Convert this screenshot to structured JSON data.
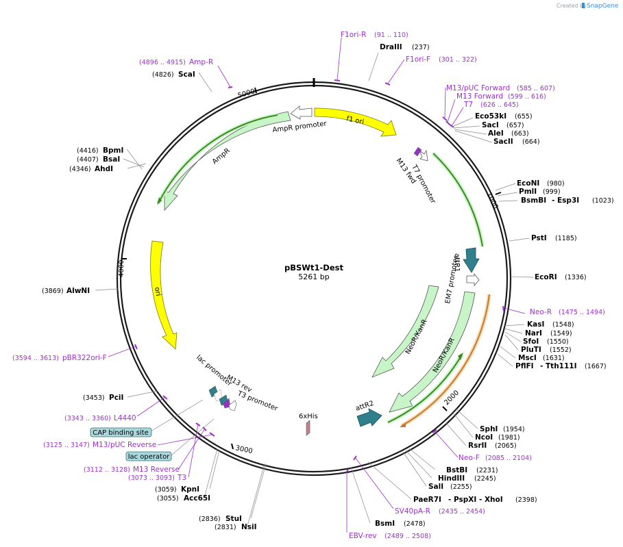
{
  "header": {
    "created_by": "Created by",
    "brand": "SnapGene"
  },
  "plasmid": {
    "name": "pBSWt1-Dest",
    "length": "5261 bp"
  },
  "ticks": [
    "1000",
    "2000",
    "3000",
    "4000",
    "5000"
  ],
  "enzymes": [
    {
      "name": "DraIII",
      "pos": "(237)"
    },
    {
      "name": "Eco53kI",
      "pos": "(655)"
    },
    {
      "name": "SacI",
      "pos": "(657)"
    },
    {
      "name": "AleI",
      "pos": "(663)"
    },
    {
      "name": "SacII",
      "pos": "(664)"
    },
    {
      "name": "EcoNI",
      "pos": "(980)"
    },
    {
      "name": "PmlI",
      "pos": "(999)"
    },
    {
      "name": "BsmBI",
      "pos": "(1023)",
      "suffix": "- Esp3I"
    },
    {
      "name": "PstI",
      "pos": "(1185)"
    },
    {
      "name": "EcoRI",
      "pos": "(1336)"
    },
    {
      "name": "KasI",
      "pos": "(1548)"
    },
    {
      "name": "NarI",
      "pos": "(1549)"
    },
    {
      "name": "SfoI",
      "pos": "(1550)"
    },
    {
      "name": "PluTI",
      "pos": "(1552)"
    },
    {
      "name": "MscI",
      "pos": "(1631)"
    },
    {
      "name": "PflFI",
      "pos": "(1667)",
      "suffix": "- Tth111I"
    },
    {
      "name": "SphI",
      "pos": "(1954)"
    },
    {
      "name": "NcoI",
      "pos": "(1981)"
    },
    {
      "name": "RsrII",
      "pos": "(2065)"
    },
    {
      "name": "BstBI",
      "pos": "(2231)"
    },
    {
      "name": "HindIII",
      "pos": "(2245)"
    },
    {
      "name": "SalI",
      "pos": "(2255)"
    },
    {
      "name": "PaeR7I",
      "pos": "(2398)",
      "suffix": "- PspXI - XhoI"
    },
    {
      "name": "BsmI",
      "pos": "(2478)"
    },
    {
      "name": "StuI",
      "pos": "(2836)"
    },
    {
      "name": "NsiI",
      "pos": "(2831)"
    },
    {
      "name": "KpnI",
      "pos": "(3059)"
    },
    {
      "name": "Acc65I",
      "pos": "(3055)"
    },
    {
      "name": "PciI",
      "pos": "(3453)"
    },
    {
      "name": "AlwNI",
      "pos": "(3869)"
    },
    {
      "name": "AhdI",
      "pos": "(4346)"
    },
    {
      "name": "BsaI",
      "pos": "(4407)"
    },
    {
      "name": "BpmI",
      "pos": "(4416)"
    },
    {
      "name": "ScaI",
      "pos": "(4826)"
    }
  ],
  "primers": [
    {
      "name": "F1ori-R",
      "pos": "(91 .. 110)"
    },
    {
      "name": "F1ori-F",
      "pos": "(301 .. 322)"
    },
    {
      "name": "M13/pUC Forward",
      "pos": "(585 .. 607)"
    },
    {
      "name": "M13 Forward",
      "pos": "(599 .. 616)"
    },
    {
      "name": "T7",
      "pos": "(626 .. 645)"
    },
    {
      "name": "Neo-R",
      "pos": "(1475 .. 1494)"
    },
    {
      "name": "Neo-F",
      "pos": "(2085 .. 2104)"
    },
    {
      "name": "SV40pA-R",
      "pos": "(2435 .. 2454)"
    },
    {
      "name": "EBV-rev",
      "pos": "(2489 .. 2508)"
    },
    {
      "name": "M13/pUC Reverse",
      "pos": "(3125 .. 3147)"
    },
    {
      "name": "M13 Reverse",
      "pos": "(3112 .. 3128)"
    },
    {
      "name": "T3",
      "pos": "(3073 .. 3093)"
    },
    {
      "name": "L4440",
      "pos": "(3343 .. 3360)"
    },
    {
      "name": "pBR322ori-F",
      "pos": "(3594 .. 3613)"
    },
    {
      "name": "Amp-R",
      "pos": "(4896 .. 4915)"
    }
  ],
  "boxed_labels": [
    "CAP binding site",
    "lac operator"
  ],
  "features": {
    "f1_ori": "f1 ori",
    "ampr_promoter": "AmpR promoter",
    "ampr": "AmpR",
    "ori": "ori",
    "t7_promoter": "T7 promoter",
    "m13_fwd": "M13 fwd",
    "attr1": "attR1",
    "em7_promoter": "EM7 promoter",
    "neor_kanr_1": "NeoR/KanR",
    "neor_kanr_2": "NeoR/KanR",
    "attr2": "attR2",
    "his6": "6xHis",
    "lac_promoter": "lac promoter",
    "m13_rev": "M13 rev",
    "t3_promoter": "T3 promoter"
  },
  "colors": {
    "backbone": "#1a1a1a",
    "primer": "#9b30c8",
    "ori_yellow": "#ffff00",
    "ampr_green": "#c8f5c8",
    "orf_green": "#3c8a1e",
    "attr_teal": "#2f7f8c",
    "neo_orange": "#c87832",
    "boxed_fill": "#a8d8dc",
    "his_pink": "#c8808c"
  }
}
